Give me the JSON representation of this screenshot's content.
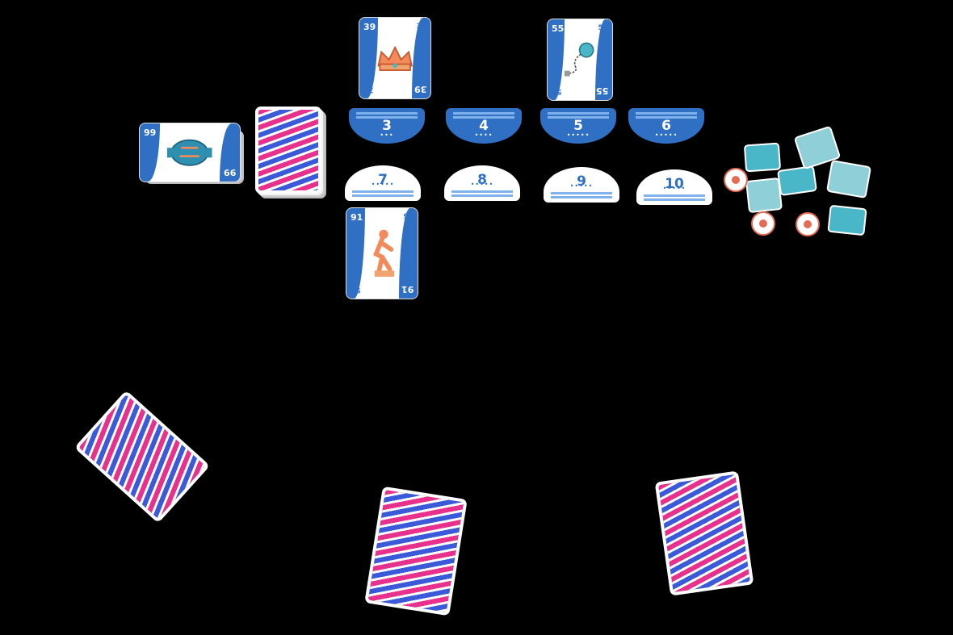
{
  "face_up_cards": [
    {
      "id": "card-39",
      "value": "39",
      "art": "crown"
    },
    {
      "id": "card-55",
      "value": "55",
      "art": "ball-and-chain"
    },
    {
      "id": "card-99",
      "value": "99",
      "art": "amphora"
    },
    {
      "id": "card-91",
      "value": "91",
      "art": "statue"
    }
  ],
  "round_tiles_top": [
    "3",
    "4",
    "5",
    "6"
  ],
  "round_tiles_bottom": [
    "7",
    "8",
    "9",
    "10"
  ],
  "colors": {
    "card_blue": "#2f6fc4",
    "tile_stripe": "#7fb1ea",
    "back_pink": "#e8318c",
    "back_blue": "#3a5ad9",
    "token_teal": "#4ab7c8",
    "token_orange": "#e66b55",
    "background": "#000000"
  }
}
